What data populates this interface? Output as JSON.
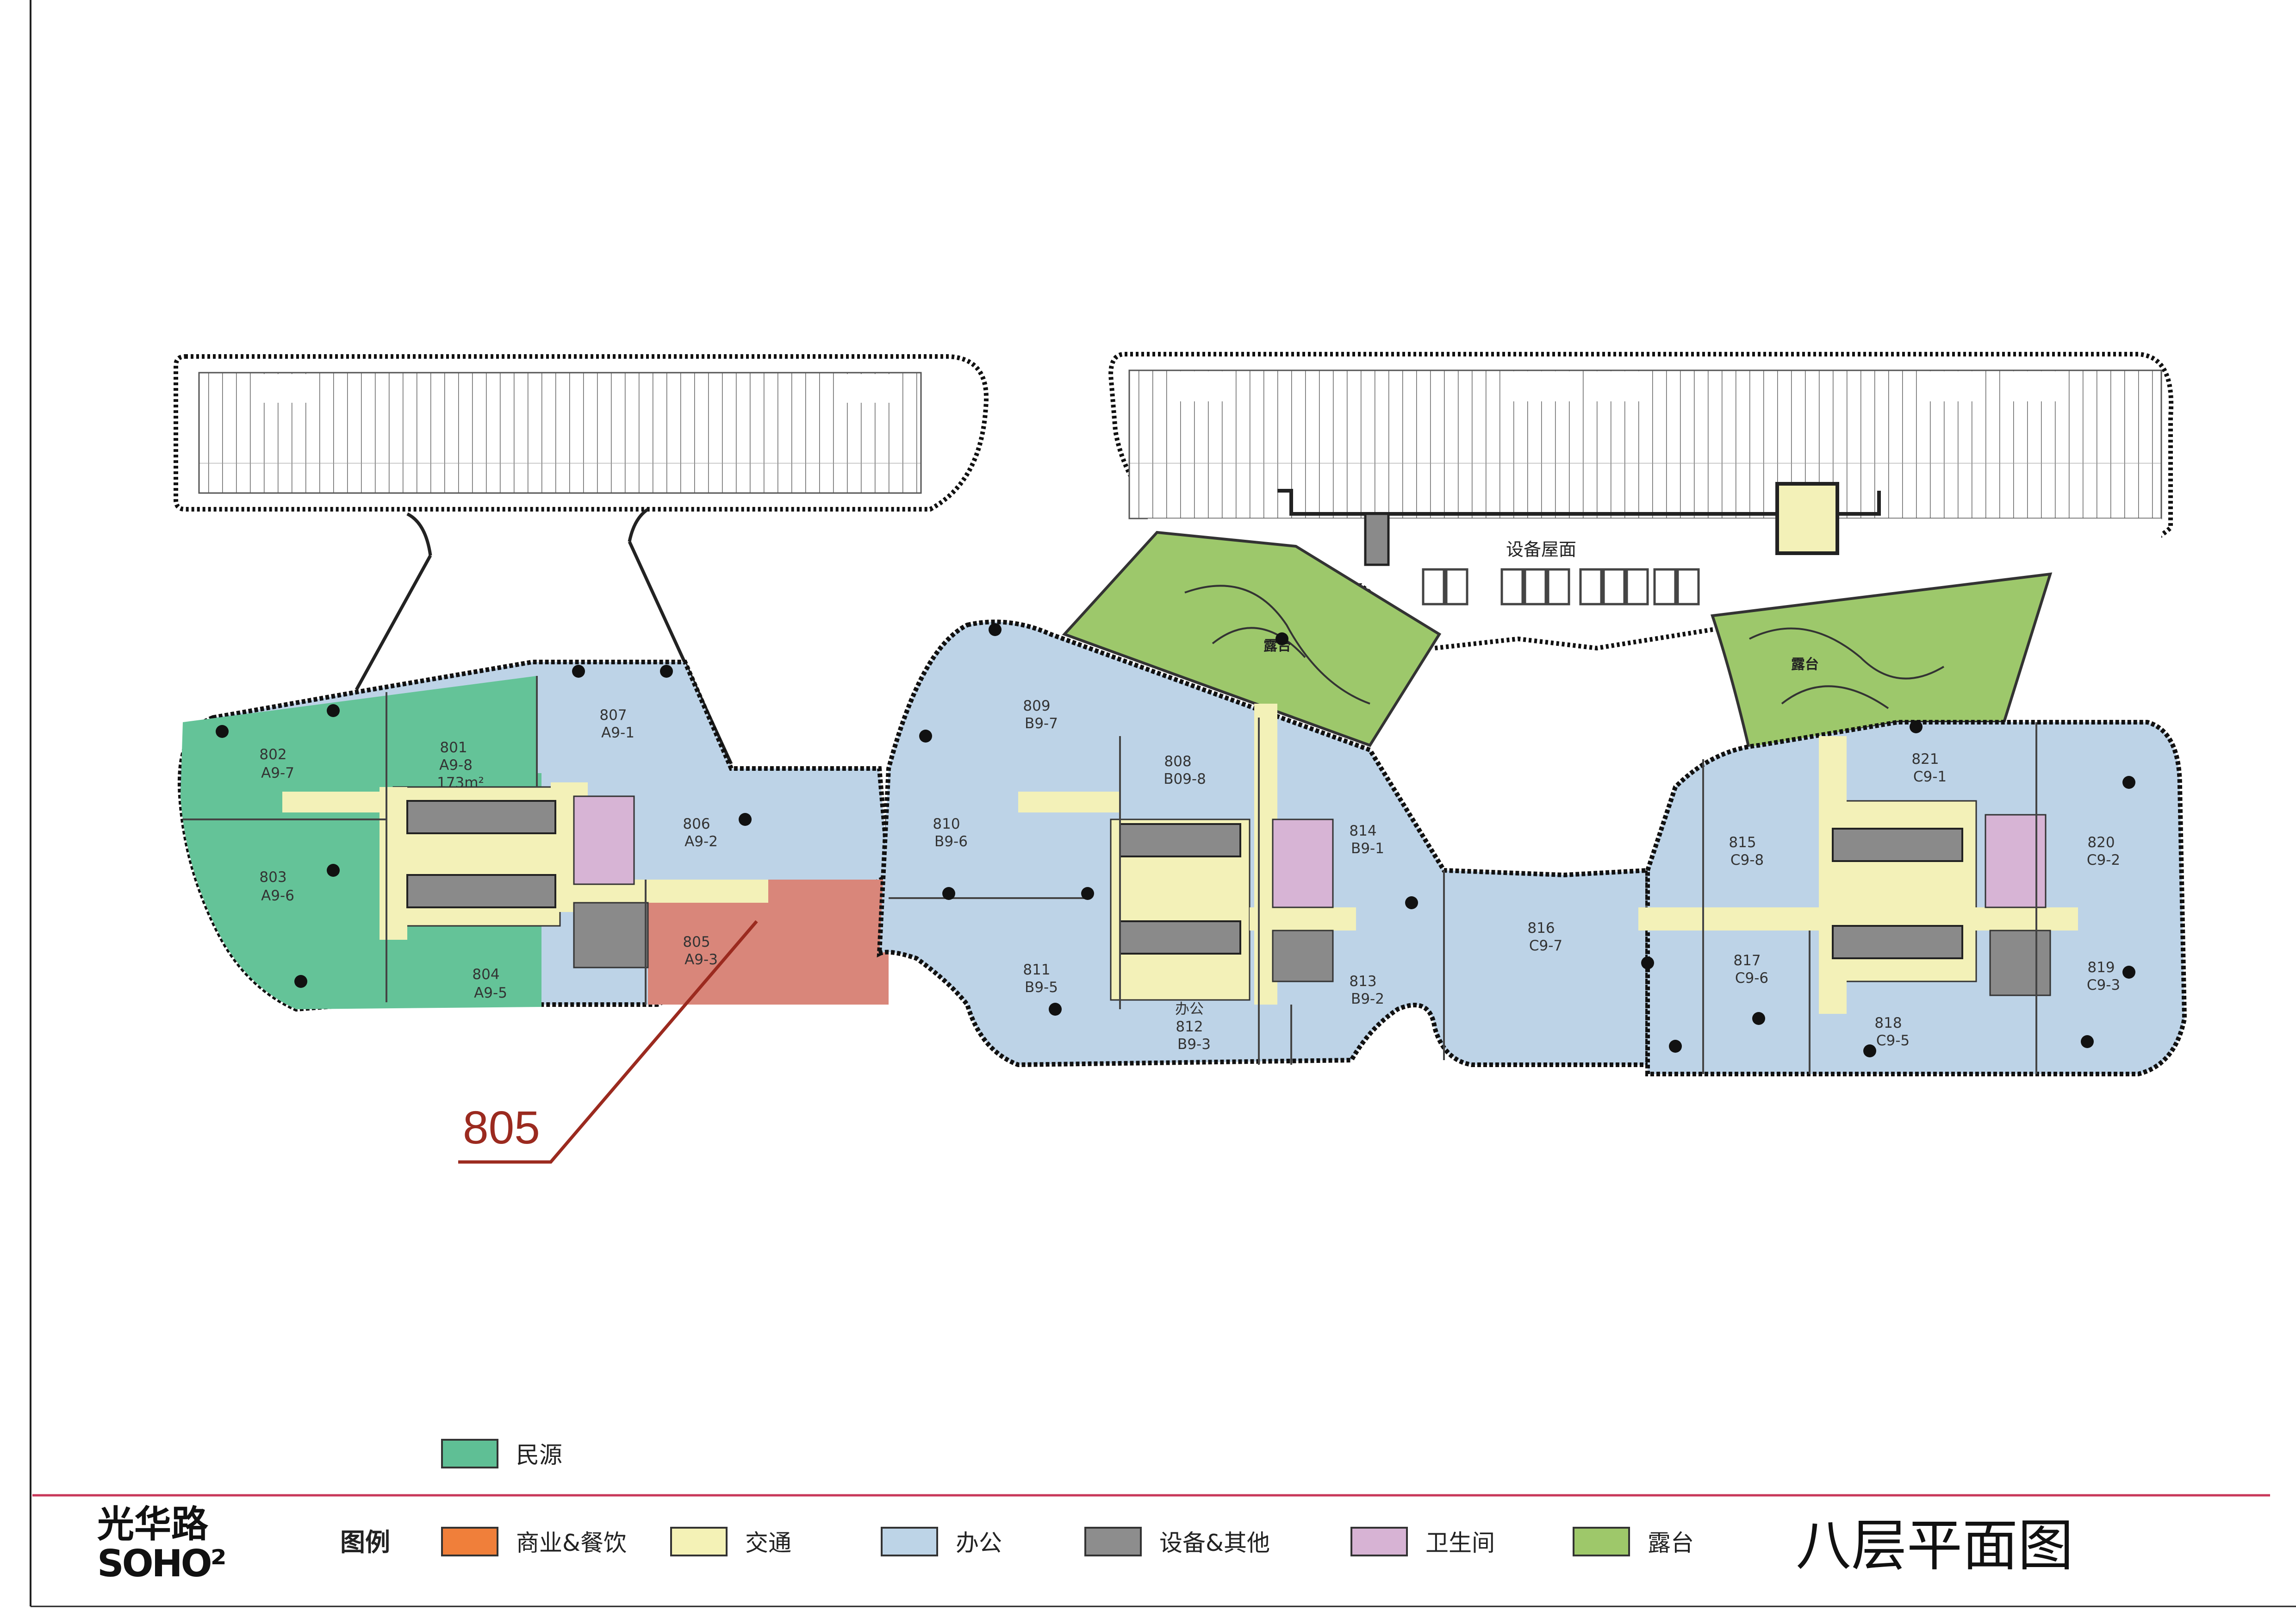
{
  "title": "八层平面图",
  "logo": {
    "line1": "光华路",
    "line2": "SOHO²"
  },
  "roof_label": "设备屋面",
  "terrace_label": "露台",
  "callout": "805",
  "legend": {
    "title": "图例",
    "tenant": {
      "label": "民源",
      "color": "#5fbf95"
    },
    "items": [
      {
        "label": "商业&餐饮",
        "color": "#f07f3a"
      },
      {
        "label": "交通",
        "color": "#f4f2b6"
      },
      {
        "label": "办公",
        "color": "#bdd4e7"
      },
      {
        "label": "设备&其他",
        "color": "#8d8d8d"
      },
      {
        "label": "卫生间",
        "color": "#d7b3d4"
      },
      {
        "label": "露台",
        "color": "#9ec86a"
      }
    ]
  },
  "colors": {
    "minyuan": "#64c398",
    "office": "#bdd3e7",
    "leased805": "#d9867a",
    "circulation": "#f3f1b8",
    "equipment": "#8a8a8a",
    "toilet": "#d7b4d5",
    "terrace": "#9dc86b",
    "callout": "#9b2a1f"
  },
  "rooms": [
    {
      "no": "802",
      "code": "A9-7"
    },
    {
      "no": "801",
      "code": "A9-8",
      "area": "173m²"
    },
    {
      "no": "807",
      "code": "A9-1"
    },
    {
      "no": "803",
      "code": "A9-6"
    },
    {
      "no": "806",
      "code": "A9-2"
    },
    {
      "no": "805",
      "code": "A9-3"
    },
    {
      "no": "804",
      "code": "A9-5"
    },
    {
      "no": "809",
      "code": "B9-7"
    },
    {
      "no": "808",
      "code": "B09-8"
    },
    {
      "no": "810",
      "code": "B9-6"
    },
    {
      "no": "814",
      "code": "B9-1"
    },
    {
      "no": "811",
      "code": "B9-5"
    },
    {
      "no": "813",
      "code": "B9-2"
    },
    {
      "no": "812",
      "code": "B9-3",
      "note": "办公"
    },
    {
      "no": "816",
      "code": "C9-7"
    },
    {
      "no": "821",
      "code": "C9-1"
    },
    {
      "no": "815",
      "code": "C9-8"
    },
    {
      "no": "820",
      "code": "C9-2"
    },
    {
      "no": "817",
      "code": "C9-6"
    },
    {
      "no": "819",
      "code": "C9-3"
    },
    {
      "no": "818",
      "code": "C9-5"
    }
  ]
}
